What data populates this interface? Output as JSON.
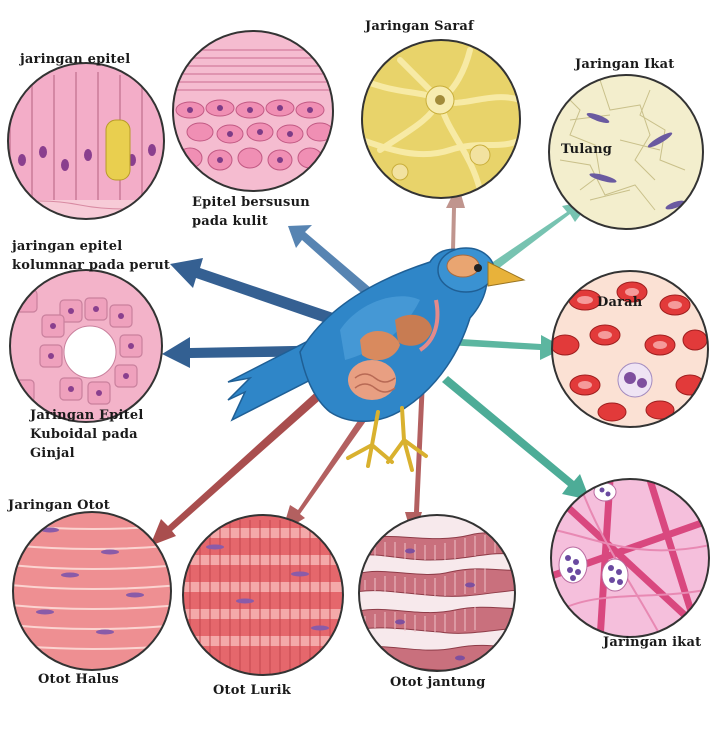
{
  "labels": {
    "epitel": "jaringan epitel",
    "epitel_bersusun": "Epitel bersusun\npada kulit",
    "kolumnar": "jaringan epitel\nkolumnar pada perut",
    "kuboidal": "Jaringan Epitel\nKuboidal pada\nGinjal",
    "saraf": "Jaringan Saraf",
    "ikat_top": "Jaringan Ikat",
    "tulang": "Tulang",
    "darah": "Darah",
    "otot": "Jaringan Otot",
    "otot_halus": "Otot Halus",
    "otot_lurik": "Otot Lurik",
    "otot_jantung": "Otot jantung",
    "ikat_bottom": "Jaringan ikat"
  },
  "colors": {
    "bird": "#2f86c8",
    "epithelium": "#f2a6c4",
    "nerve": "#e8d36a",
    "bone": "#f3eecd",
    "blood": "#fbe1d4",
    "muscle": "#e86d73",
    "connective": "#f0a8cf",
    "arrow_blue": "#1d4f86",
    "arrow_red": "#a13b3b",
    "arrow_teal": "#2aa88c"
  }
}
